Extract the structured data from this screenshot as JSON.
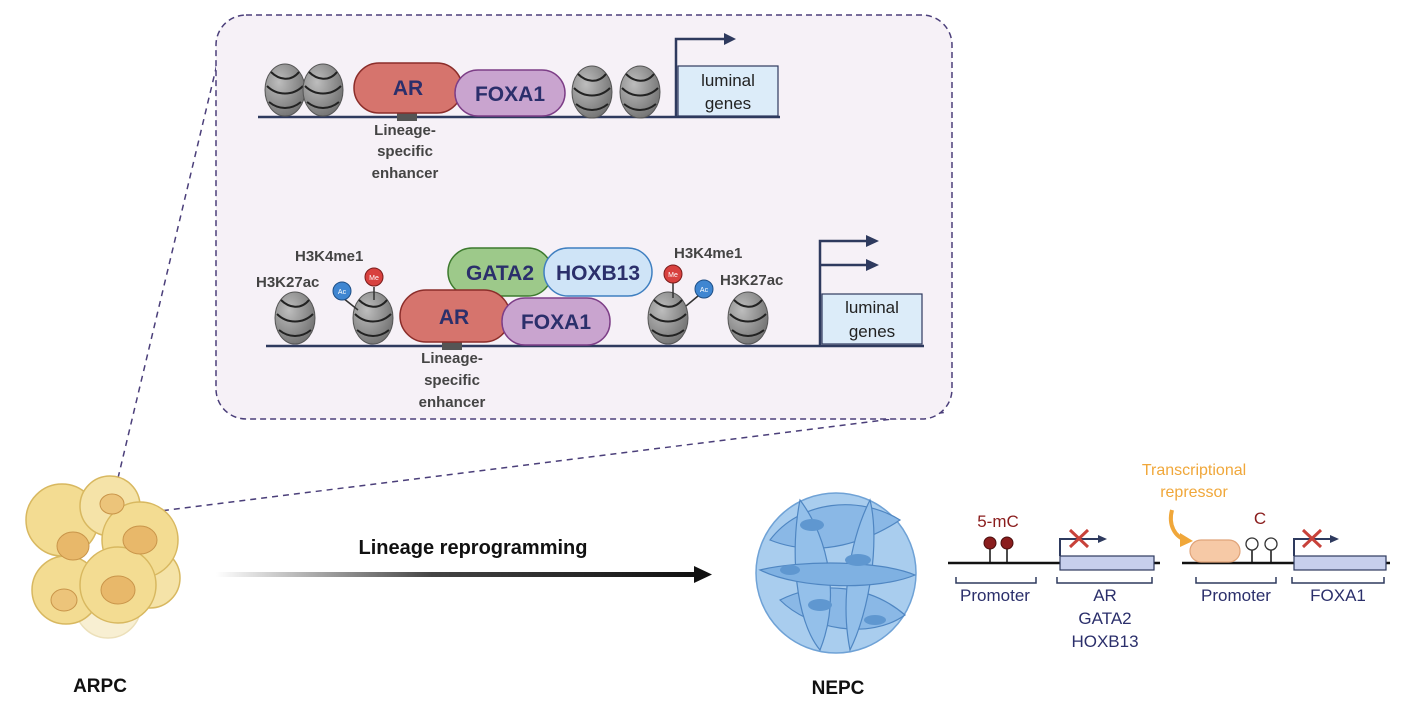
{
  "colors": {
    "panel_fill": "#f6f1f7",
    "panel_border": "#4b3f7a",
    "dna": "#2e3a5e",
    "ar": "#d6746d",
    "foxa1": "#c9a4cf",
    "gata2": "#9dc98a",
    "hoxb13": "#cfe4f7",
    "luminal_box": "#dcecf9",
    "methyl": "#8a1d1d",
    "repressor_text": "#f0a73a",
    "ac_mark": "#3f86d1",
    "me_mark": "#d8413f",
    "arpc_cell": "#f3dc92",
    "nepc_cell": "#8ab8e6"
  },
  "top_panel": {
    "ar": "AR",
    "foxa1": "FOXA1",
    "luminal_genes_line1": "luminal",
    "luminal_genes_line2": "genes",
    "enhancer_line1": "Lineage-",
    "enhancer_line2": "specific",
    "enhancer_line3": "enhancer"
  },
  "bottom_panel": {
    "ar": "AR",
    "foxa1": "FOXA1",
    "gata2": "GATA2",
    "hoxb13": "HOXB13",
    "left_h3k4me1": "H3K4me1",
    "left_h3k27ac": "H3K27ac",
    "right_h3k4me1": "H3K4me1",
    "right_h3k27ac": "H3K27ac",
    "ac_badge": "Ac",
    "me_badge": "Me",
    "luminal_genes_line1": "luminal",
    "luminal_genes_line2": "genes",
    "enhancer_line1": "Lineage-",
    "enhancer_line2": "specific",
    "enhancer_line3": "enhancer"
  },
  "cells": {
    "arpc": "ARPC",
    "nepc": "NEPC",
    "transition": "Lineage reprogramming"
  },
  "right_left_gene": {
    "methylation": "5-mC",
    "promoter": "Promoter",
    "genes": [
      "AR",
      "GATA2",
      "HOXB13"
    ]
  },
  "right_right_gene": {
    "repressor_line1": "Transcriptional",
    "repressor_line2": "repressor",
    "cytosine": "C",
    "promoter": "Promoter",
    "gene": "FOXA1"
  }
}
